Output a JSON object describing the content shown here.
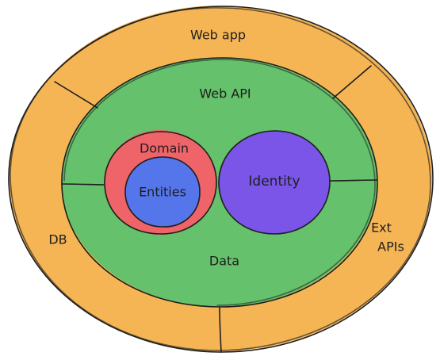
{
  "diagram": {
    "layers": [
      {
        "id": "web-app",
        "label": "Web app",
        "color": "#f5b555"
      },
      {
        "id": "web-api",
        "label": "Web API",
        "color": "#65c16b"
      },
      {
        "id": "domain",
        "label": "Domain",
        "color": "#ef6468"
      },
      {
        "id": "entities",
        "label": "Entities",
        "color": "#5575ea"
      },
      {
        "id": "identity",
        "label": "Identity",
        "color": "#7a55e7"
      },
      {
        "id": "data",
        "label": "Data"
      },
      {
        "id": "db",
        "label": "DB"
      },
      {
        "id": "ext-apis",
        "label_line1": "Ext",
        "label_line2": "APIs"
      }
    ],
    "stroke_color": "#1e1e1e"
  }
}
